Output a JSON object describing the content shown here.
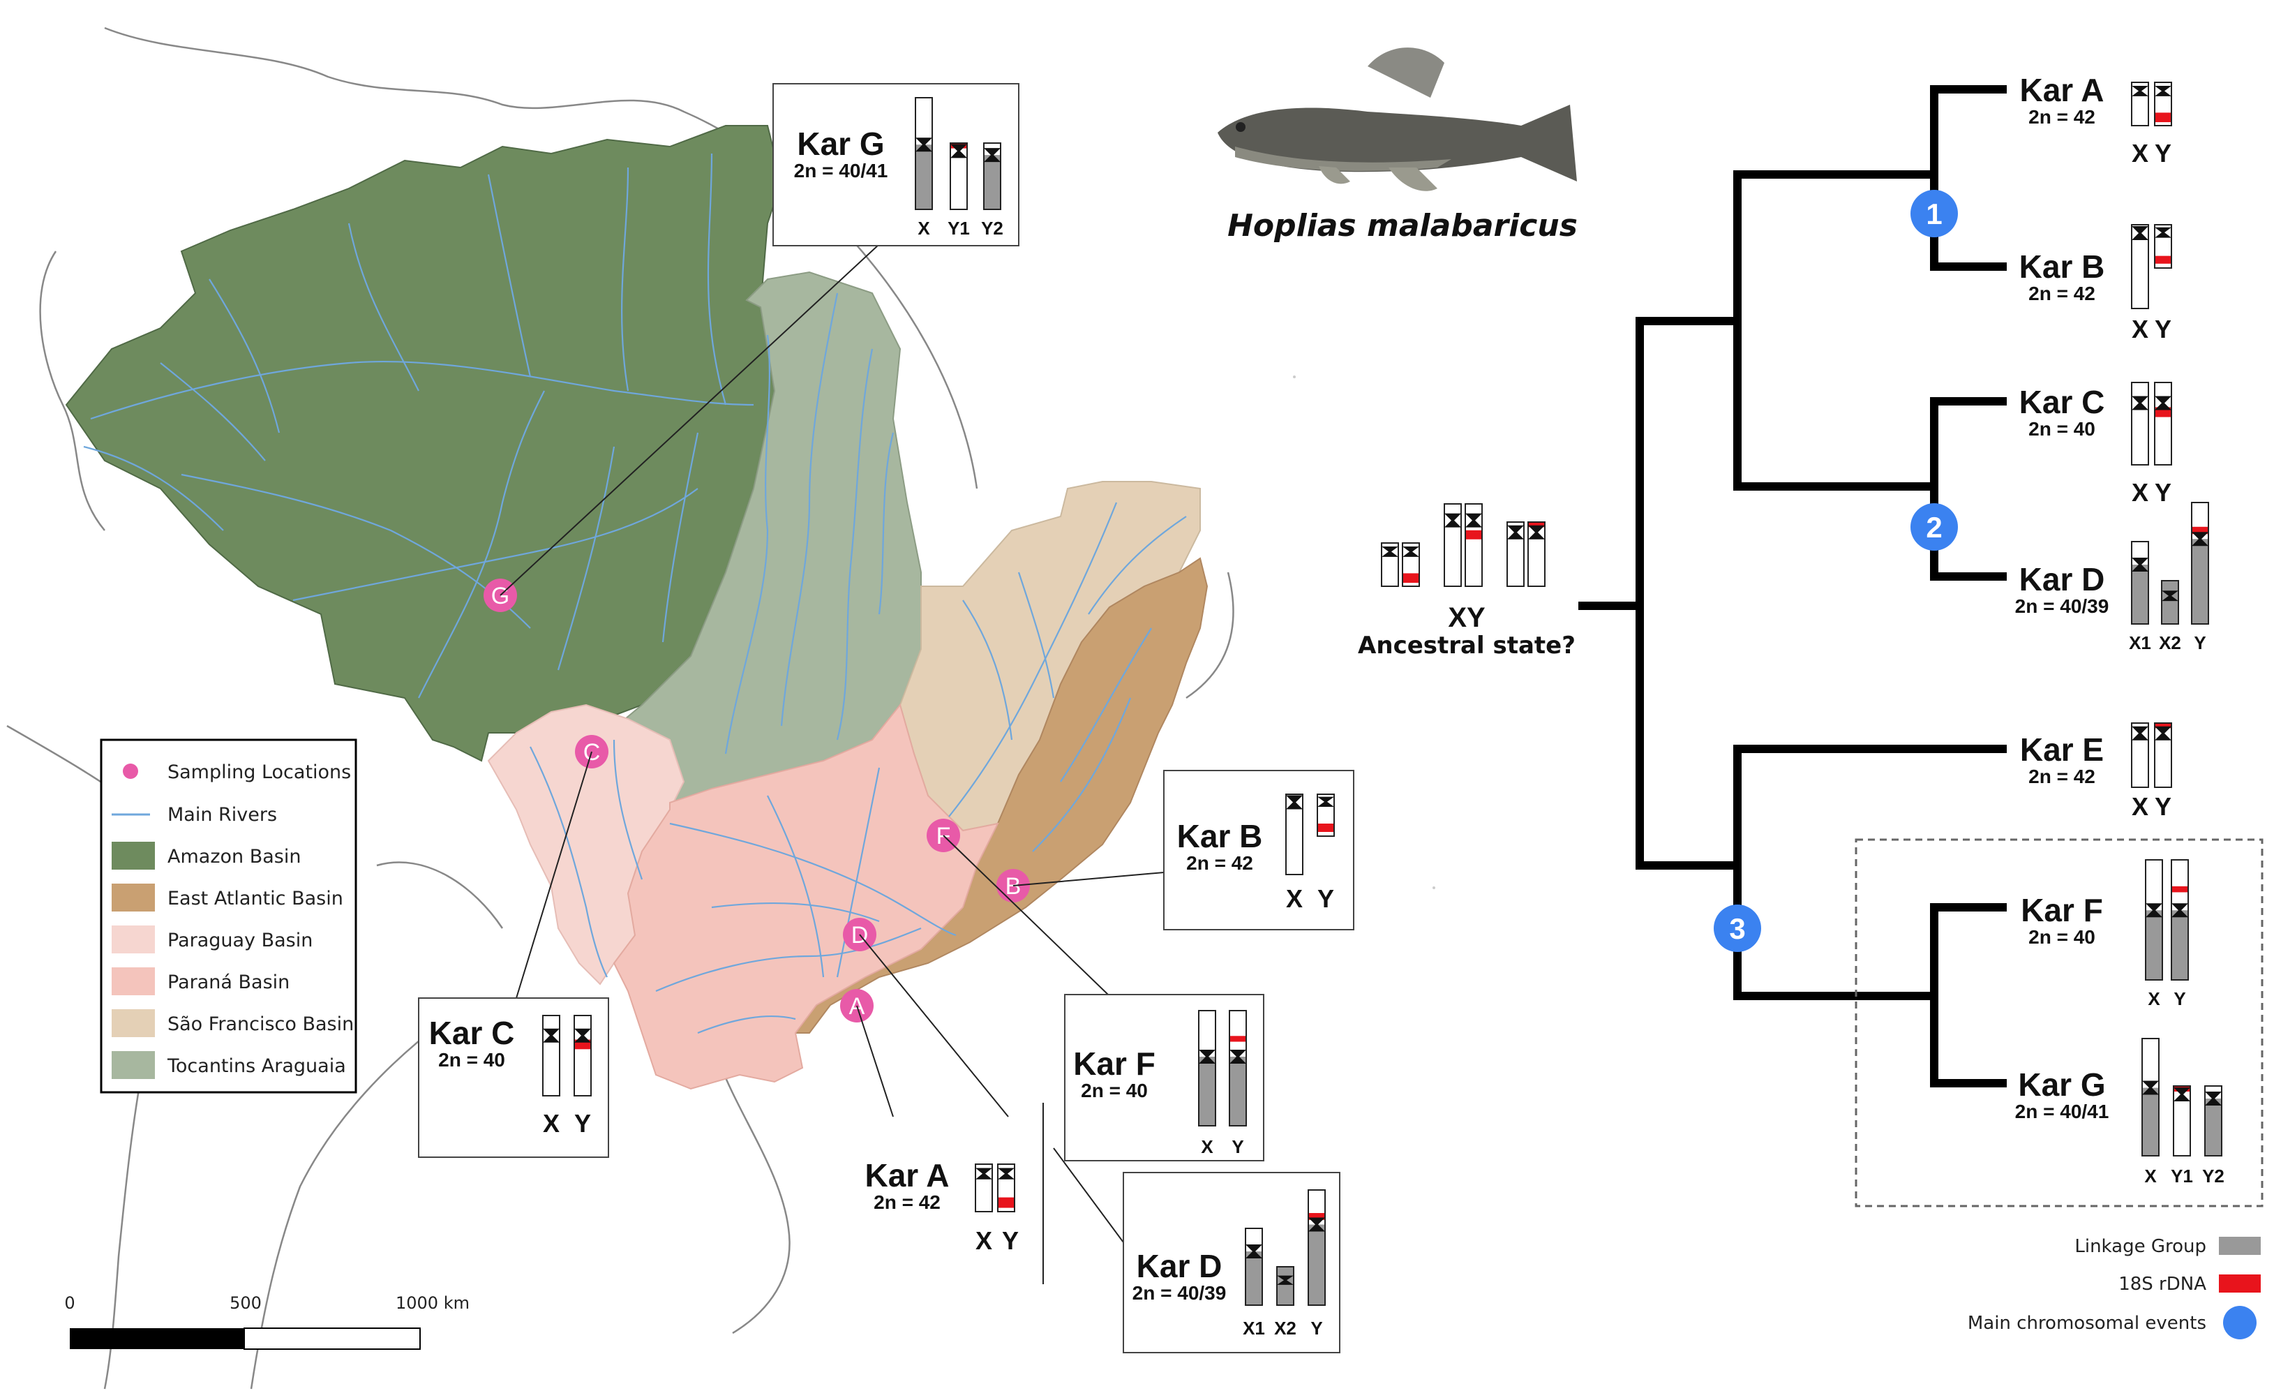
{
  "species": "Hoplias malabaricus",
  "ancestral": {
    "label": "XY",
    "sublabel": "Ancestral state?"
  },
  "legend_map": {
    "items": [
      {
        "label": "Sampling Locations",
        "type": "dot",
        "color": "#e85aa8"
      },
      {
        "label": "Main Rivers",
        "type": "line",
        "color": "#6fa7dc"
      },
      {
        "label": "Amazon Basin",
        "type": "box",
        "color": "#6e8b5e"
      },
      {
        "label": "East Atlantic Basin",
        "type": "box",
        "color": "#c9a072"
      },
      {
        "label": "Paraguay Basin",
        "type": "box",
        "color": "#f6d6d0"
      },
      {
        "label": "Paraná Basin",
        "type": "box",
        "color": "#f4c4bc"
      },
      {
        "label": "São Francisco Basin",
        "type": "box",
        "color": "#e4d0b6"
      },
      {
        "label": "Tocantins Araguaia",
        "type": "box",
        "color": "#a7b79f"
      }
    ]
  },
  "scale_bar": {
    "labels": [
      "0",
      "500",
      "1000 km"
    ]
  },
  "sites": [
    "G",
    "C",
    "F",
    "B",
    "D",
    "A"
  ],
  "karyotypes": [
    {
      "name": "Kar A",
      "dip": "2n = 42",
      "chrom_labels": [
        "X",
        "Y"
      ]
    },
    {
      "name": "Kar B",
      "dip": "2n = 42",
      "chrom_labels": [
        "X",
        "Y"
      ]
    },
    {
      "name": "Kar C",
      "dip": "2n = 40",
      "chrom_labels": [
        "X",
        "Y"
      ]
    },
    {
      "name": "Kar D",
      "dip": "2n = 40/39",
      "chrom_labels": [
        "X1",
        "X2",
        "Y"
      ]
    },
    {
      "name": "Kar E",
      "dip": "2n = 42",
      "chrom_labels": [
        "X",
        "Y"
      ]
    },
    {
      "name": "Kar F",
      "dip": "2n = 40",
      "chrom_labels": [
        "X",
        "Y"
      ]
    },
    {
      "name": "Kar G",
      "dip": "2n = 40/41",
      "chrom_labels": [
        "X",
        "Y1",
        "Y2"
      ]
    }
  ],
  "nodes": [
    "1",
    "2",
    "3"
  ],
  "legend_tree": [
    {
      "label": "Linkage Group",
      "color": "#999999"
    },
    {
      "label": "18S rDNA",
      "color": "#e8141c"
    },
    {
      "label": "Main chromosomal events",
      "color": "#3b82f0"
    }
  ],
  "colors": {
    "tree_node": "#3b82f0",
    "site": "#e85aa8",
    "rdna": "#e8141c",
    "linkage": "#999999"
  }
}
